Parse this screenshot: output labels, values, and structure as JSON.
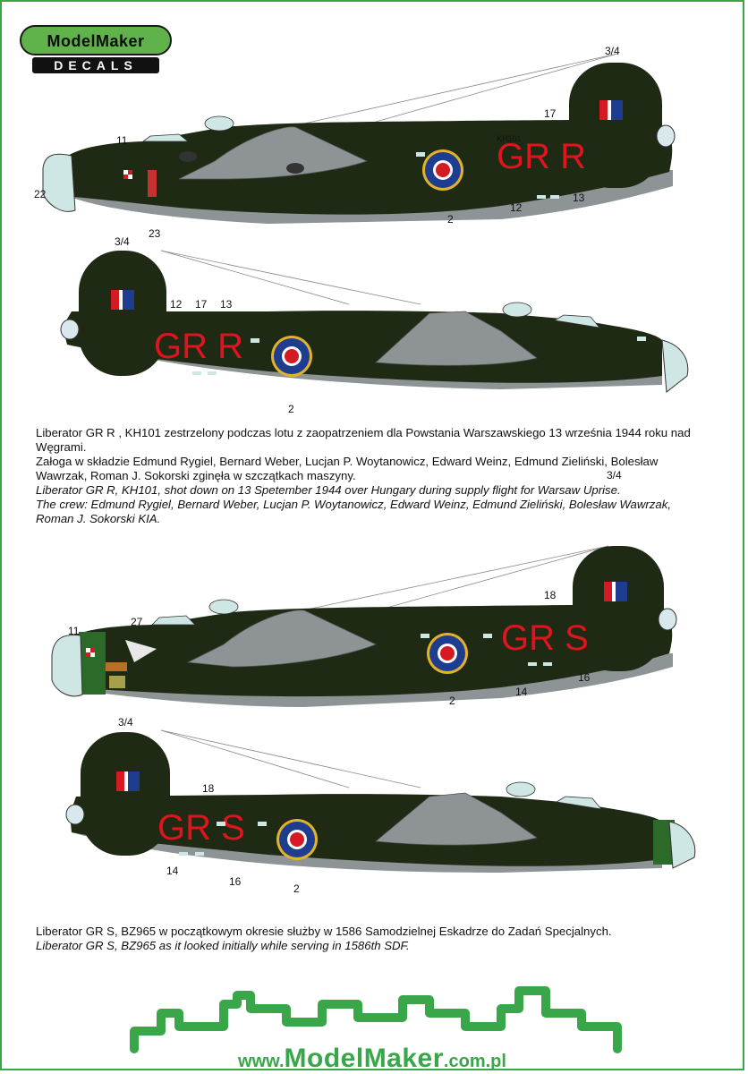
{
  "logo": {
    "main": "ModelMaker",
    "sub": "DECALS"
  },
  "callouts": {
    "p1": [
      "3/4",
      "17",
      "11",
      "22",
      "23",
      "2",
      "12",
      "13"
    ],
    "p2": [
      "3/4",
      "12",
      "17",
      "13",
      "2"
    ],
    "p3": [
      "18",
      "27",
      "11",
      "2",
      "14",
      "16"
    ],
    "p4": [
      "3/4",
      "18",
      "14",
      "16",
      "2"
    ]
  },
  "markings": {
    "p1_letters": "GR R",
    "p1_serial": "KH101",
    "p2_letters": "GR R",
    "p3_letters": "GR S",
    "p4_letters": "GR S"
  },
  "caption1": {
    "pl_1": "Liberator GR R , KH101 zestrzelony podczas lotu z zaopatrzeniem dla Powstania Warszawskiego 13 września 1944 roku nad Węgrami.",
    "pl_2": "Załoga w składzie Edmund Rygiel, Bernard  Weber, Lucjan P. Woytanowicz,  Edward Weinz, Edmund Zieliński, Bolesław Wawrzak, Roman J. Sokorski zginęła w szczątkach maszyny.",
    "en_1": "Liberator GR R, KH101, shot down on 13 Spetember 1944 over Hungary during supply flight for Warsaw Uprise.",
    "en_2": "The crew: Edmund Rygiel, Bernard Weber, Lucjan P. Woytanowicz, Edward Weinz, Edmund Zieliński, Bolesław Wawrzak, Roman J. Sokorski KIA.",
    "fraction": "3/4"
  },
  "caption2": {
    "pl": "Liberator GR S, BZ965 w początkowym okresie służby w 1586 Samodzielnej Eskadrze do Zadań Specjalnych.",
    "en": "Liberator GR S, BZ965 as it looked initially while serving in 1586th SDF."
  },
  "footer": {
    "www": "www.",
    "brand": "ModelMaker",
    "domain": ".com.pl"
  },
  "colors": {
    "olive": "#1f2a14",
    "grey": "#8e9396",
    "roundel_blue": "#1e3d8f",
    "roundel_red": "#d51a24",
    "roundel_yellow": "#e2b22a",
    "code_red": "#e0141e",
    "green": "#3aa64a"
  }
}
